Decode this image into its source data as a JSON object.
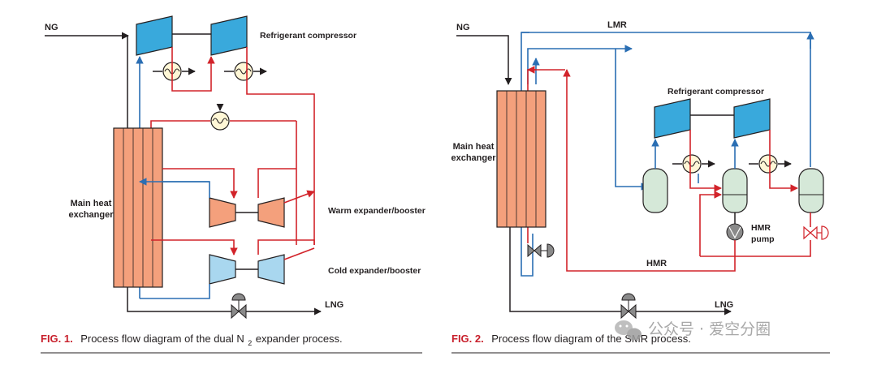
{
  "fig1": {
    "labels": {
      "ng": "NG",
      "refrigerant_compressor": "Refrigerant compressor",
      "main_heat_exchanger_line1": "Main heat",
      "main_heat_exchanger_line2": "exchanger",
      "warm_expander": "Warm expander/booster",
      "cold_expander": "Cold expander/booster",
      "lng": "LNG"
    },
    "caption": {
      "prefix": "FIG. 1.",
      "text": "Process flow diagram of the dual N",
      "subscript": "2",
      "suffix": " expander process."
    }
  },
  "fig2": {
    "labels": {
      "ng": "NG",
      "lmr": "LMR",
      "refrigerant_compressor": "Refrigerant compressor",
      "main_heat_exchanger_line1": "Main heat",
      "main_heat_exchanger_line2": "exchanger",
      "hmr_pump_line1": "HMR",
      "hmr_pump_line2": "pump",
      "hmr": "HMR",
      "lng": "LNG"
    },
    "caption": {
      "prefix": "FIG. 2.",
      "text": "Process flow diagram of the SMR process."
    }
  },
  "watermark": {
    "text": "公众号 · 爱空分圈"
  },
  "colors": {
    "hx_fill": "#f4a07c",
    "compressor_fill": "#39a9dc",
    "expander_warm_fill": "#f4a07c",
    "expander_cold_fill": "#a9d7ef",
    "vessel_fill": "#d5e8d8",
    "red_line": "#d2232a",
    "blue_line": "#2a6eb3",
    "caption_accent": "#c8202c"
  },
  "icons": [
    "heat-exchanger-icon",
    "valve-icon",
    "pump-icon",
    "compressor-icon",
    "expander-icon",
    "separator-drum-icon",
    "wechat-icon"
  ]
}
